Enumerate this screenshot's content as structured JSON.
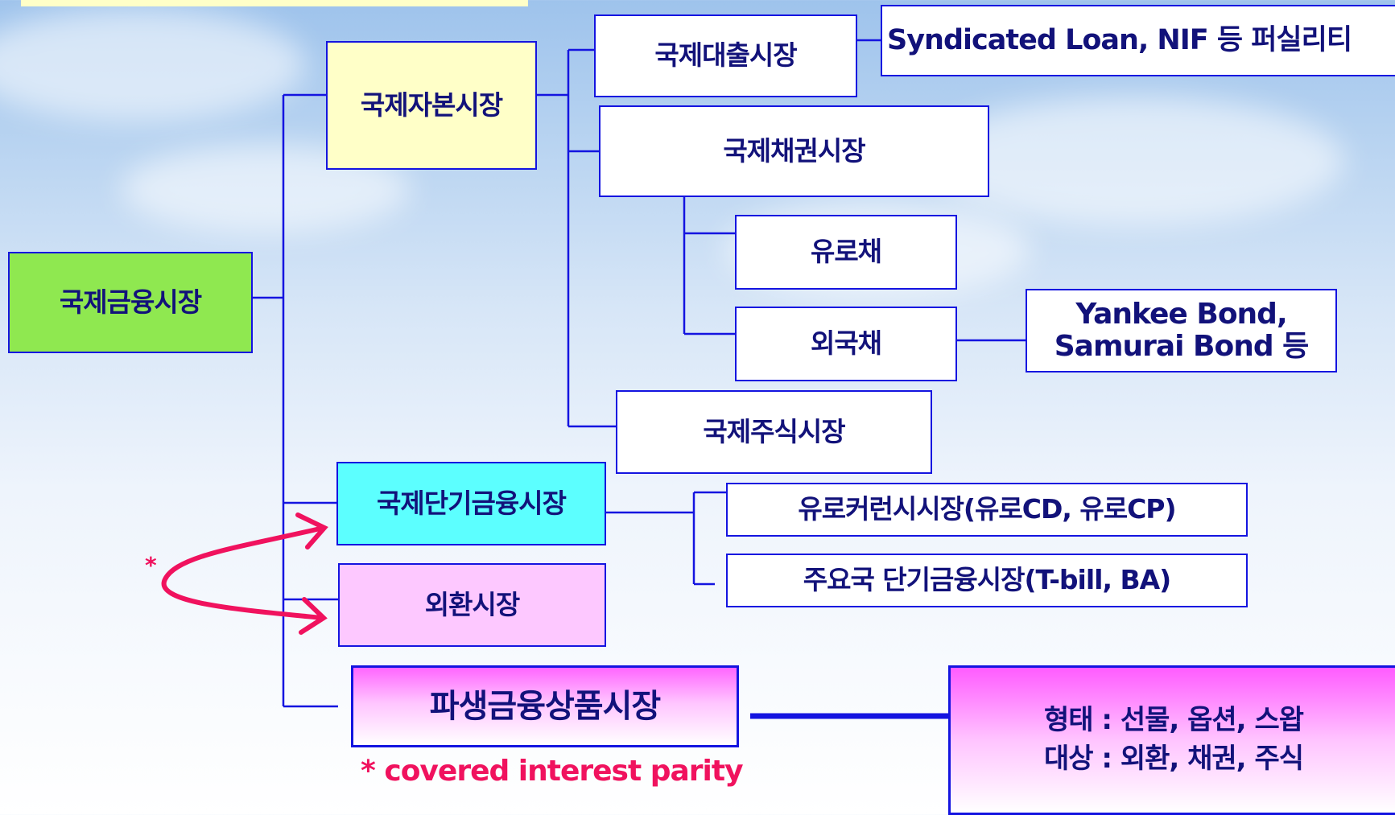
{
  "diagram": {
    "root": "국제금융시장",
    "capital_market": "국제자본시장",
    "loan_market": "국제대출시장",
    "loan_note": "Syndicated Loan, NIF 등 퍼실리티",
    "bond_market": "국제채권시장",
    "eurobond": "유로채",
    "foreign_bond": "외국채",
    "foreign_bond_note_line1": "Yankee Bond,",
    "foreign_bond_note_line2": "Samurai Bond 등",
    "stock_market": "국제주식시장",
    "short_term_market": "국제단기금융시장",
    "eurocurrency": "유로커런시시장(유로CD, 유로CP)",
    "major_short_term": "주요국 단기금융시장(T-bill, BA)",
    "fx_market": "외환시장",
    "derivatives_market": "파생금융상품시장",
    "derivatives_note_line1": "형태 : 선물, 옵션, 스왑",
    "derivatives_note_line2": "대상 : 외환, 채권, 주식",
    "asterisk": "*",
    "footnote": "* covered interest parity"
  },
  "colors": {
    "line": "#1414e0",
    "arrow": "#f0125e",
    "root_fill": "#8fe850",
    "capital_fill": "#ffffc8",
    "short_term_fill": "#5cffff",
    "fx_fill": "#fdc8ff",
    "derivatives_fill": "#ff66ff"
  }
}
